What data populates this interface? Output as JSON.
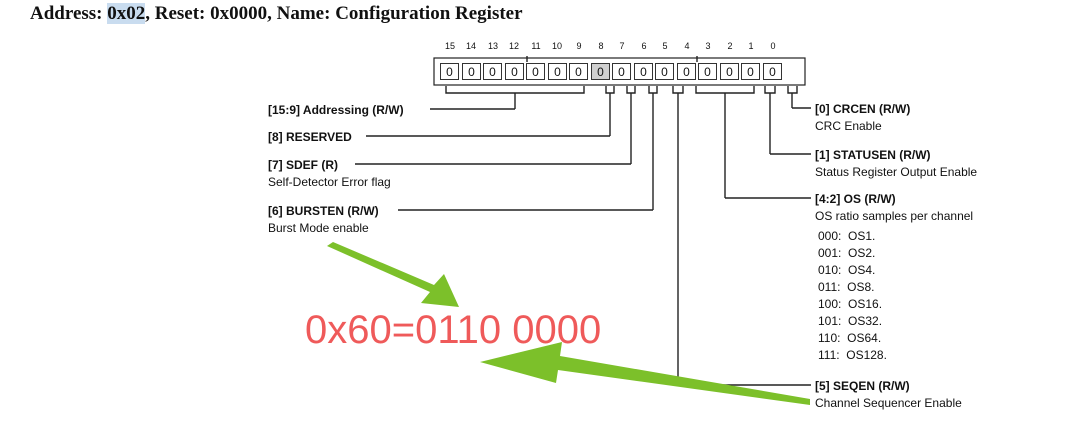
{
  "title": {
    "prefix": "Address: ",
    "address": "0x02",
    "suffix": ", Reset: 0x0000, Name: Configuration Register"
  },
  "bits": {
    "numbers": [
      "15",
      "14",
      "13",
      "12",
      "11",
      "10",
      "9",
      "8",
      "7",
      "6",
      "5",
      "4",
      "3",
      "2",
      "1",
      "0"
    ],
    "values": [
      "0",
      "0",
      "0",
      "0",
      "0",
      "0",
      "0",
      "0",
      "0",
      "0",
      "0",
      "0",
      "0",
      "0",
      "0",
      "0"
    ]
  },
  "fields": {
    "addressing": "[15:9] Addressing (R/W)",
    "reserved": "[8] RESERVED",
    "sdef": "[7] SDEF (R)",
    "sdef_desc": "Self-Detector Error flag",
    "bursten": "[6] BURSTEN (R/W)",
    "bursten_desc": "Burst Mode enable",
    "crcen": "[0] CRCEN (R/W)",
    "crcen_desc": "CRC Enable",
    "statusen": "[1] STATUSEN (R/W)",
    "statusen_desc": "Status Register Output Enable",
    "os": "[4:2] OS (R/W)",
    "os_desc": "OS ratio  samples per channel",
    "os_options": [
      "000:  OS1.",
      "001:  OS2.",
      "010:  OS4.",
      "011:  OS8.",
      "100:  OS16.",
      "101:  OS32.",
      "110:  OS64.",
      "111:  OS128."
    ],
    "seqen": "[5] SEQEN (R/W)",
    "seqen_desc": "Channel Sequencer Enable"
  },
  "annotation": "0x60=0110 0000",
  "colors": {
    "annotation_text": "#ef5a5a",
    "arrow": "#7cc02a",
    "highlight": "#c9dcef",
    "reserved_cell": "#cfcfcf"
  }
}
